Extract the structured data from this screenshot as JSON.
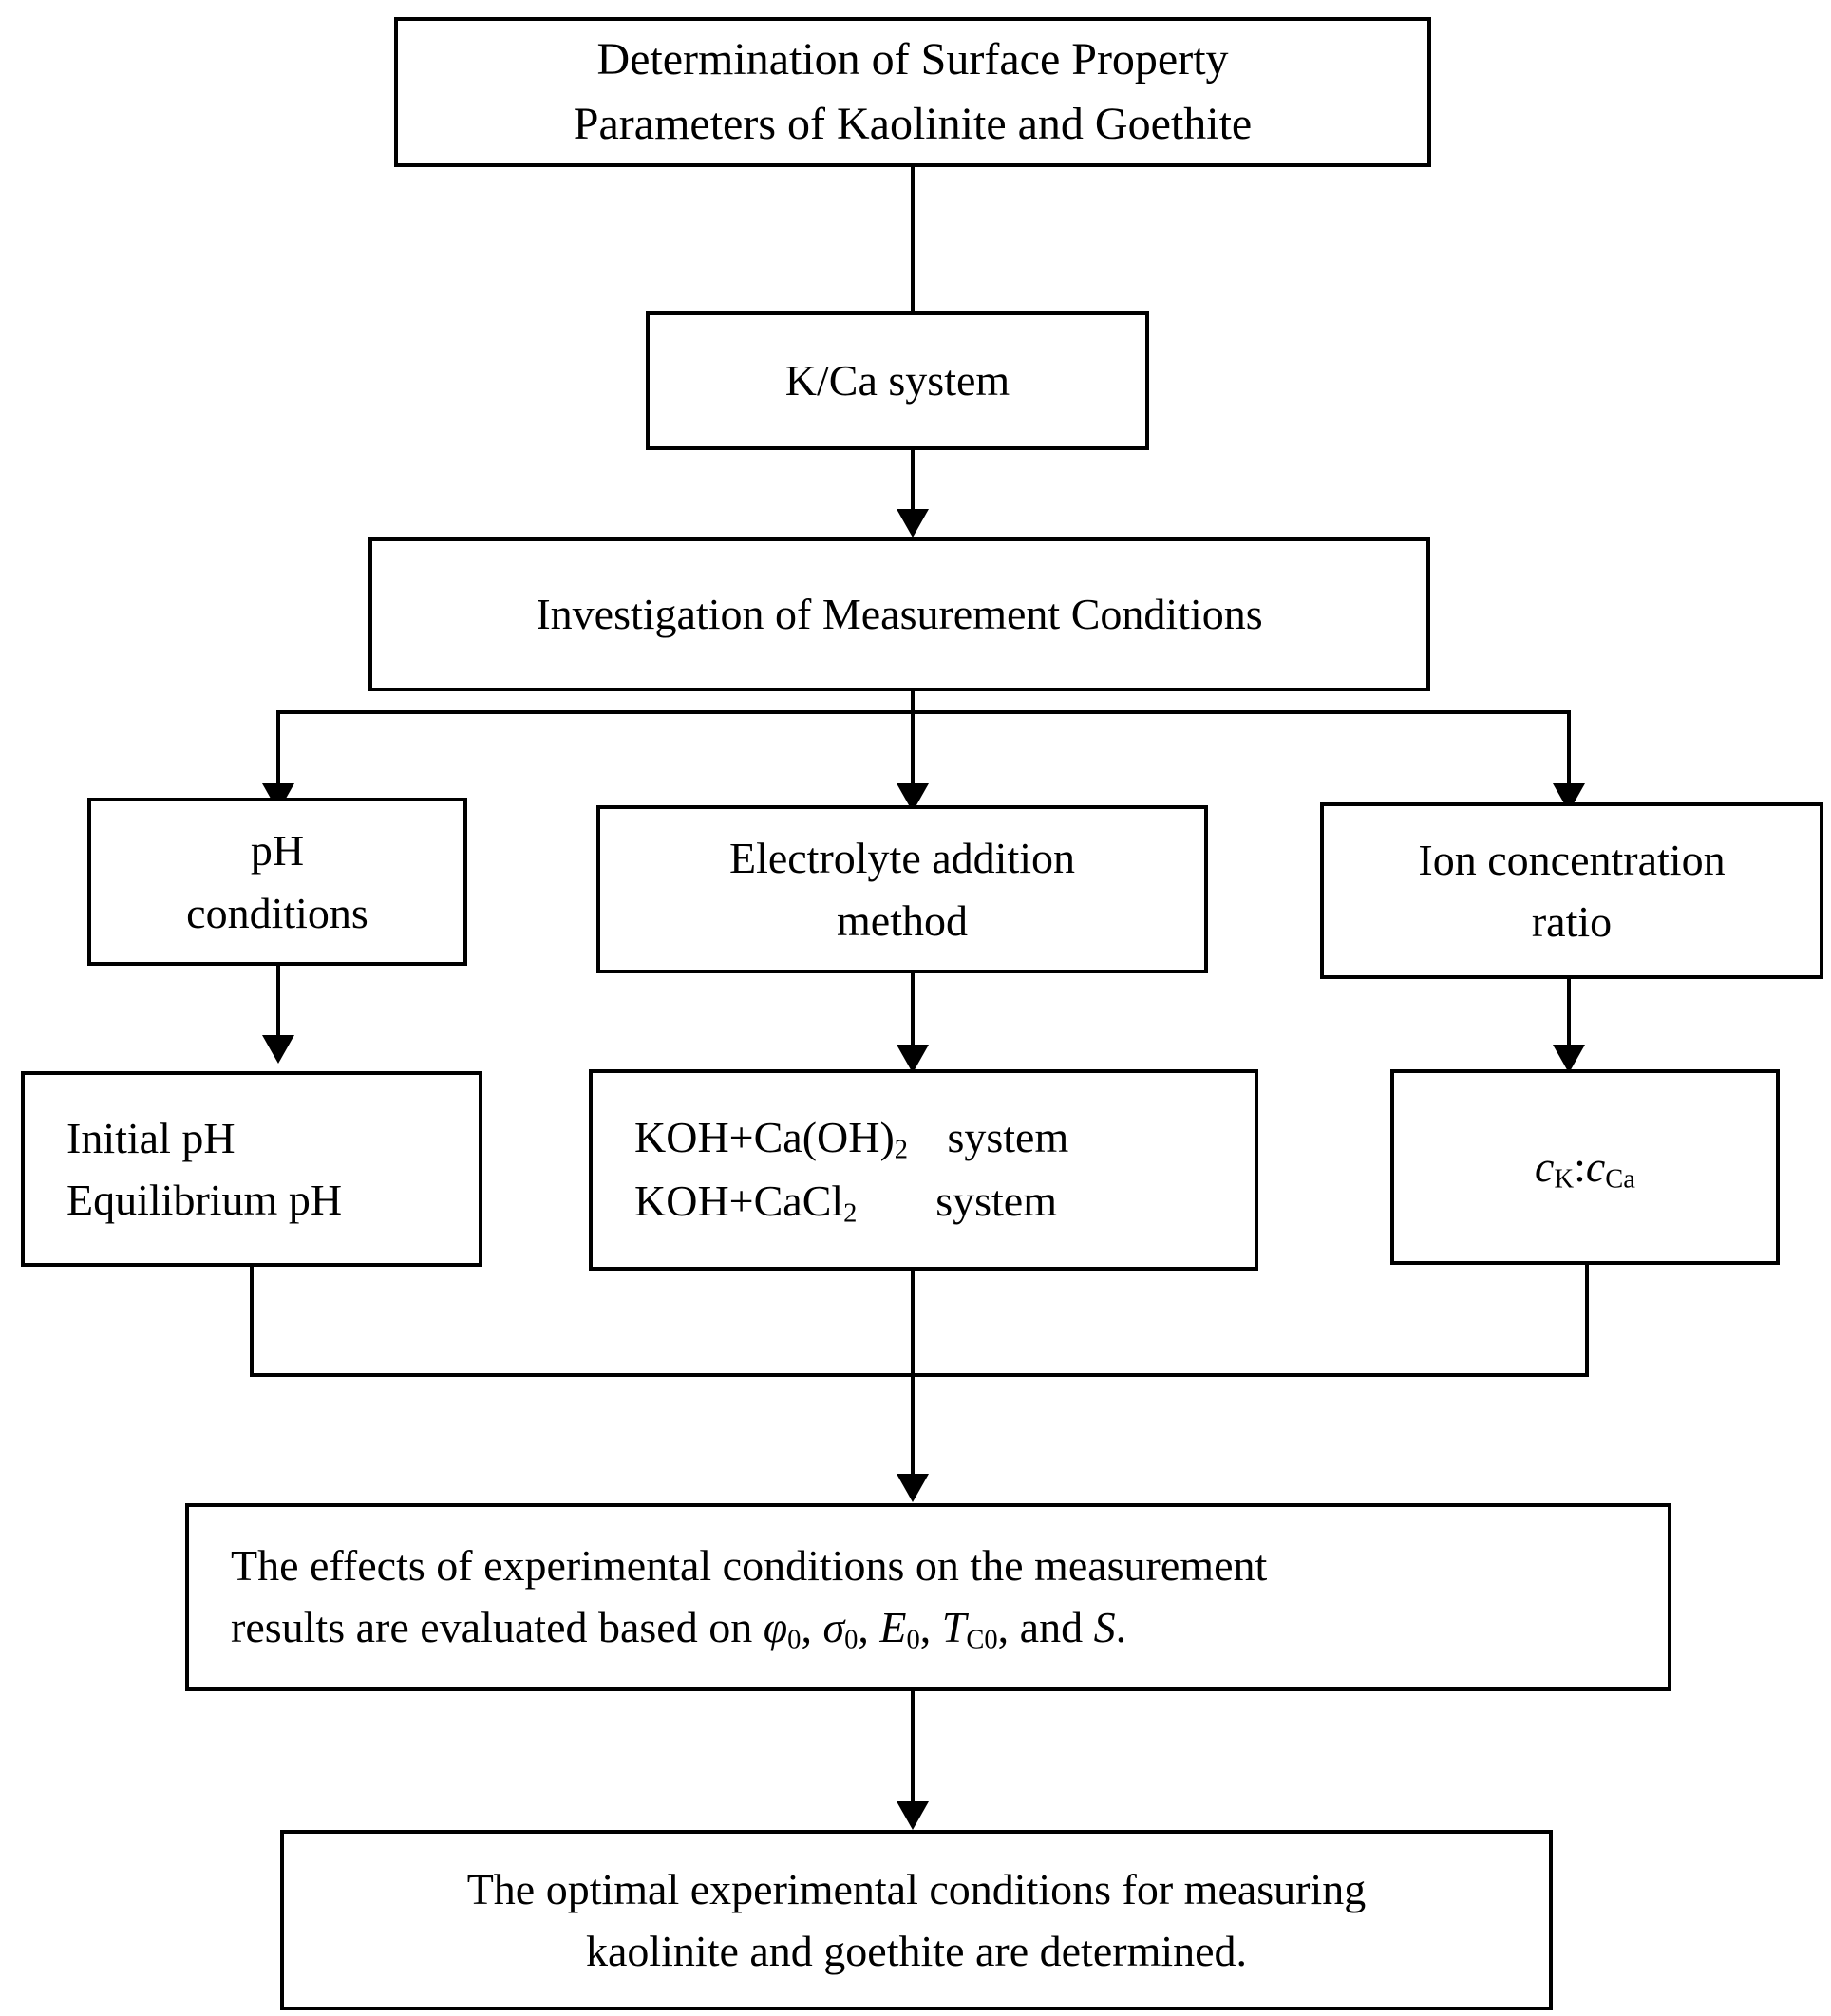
{
  "diagram": {
    "title": "Determination of Surface Property Parameters of Kaolinite and Goethite flowchart",
    "type": "flowchart",
    "background_color": "#ffffff",
    "line_color": "#000000",
    "text_color": "#000000"
  },
  "nodes": {
    "title_box": {
      "line1": "Determination of Surface Property",
      "line2": "Parameters of Kaolinite and Goethite"
    },
    "system_box": {
      "label": "K/Ca system"
    },
    "conditions_box": {
      "label": "Investigation of Measurement Conditions"
    },
    "branch_ph": {
      "line1": "pH",
      "line2": "conditions"
    },
    "branch_electrolyte": {
      "line1": "Electrolyte addition",
      "line2": "method"
    },
    "branch_ion": {
      "line1": "Ion concentration",
      "line2": "ratio"
    },
    "detail_ph": {
      "line1": "Initial pH",
      "line2": "Equilibrium pH"
    },
    "detail_electrolyte": {
      "row1_formula": "KOH+Ca(OH)",
      "row1_sub": "2",
      "row1_word": "system",
      "row2_formula": "KOH+CaCl",
      "row2_sub": "2",
      "row2_word": "system"
    },
    "detail_ion": {
      "c1": "c",
      "c1_sub": "K",
      "colon": ":",
      "c2": "c",
      "c2_sub": "Ca"
    },
    "evaluation_box": {
      "line1": "The effects of experimental conditions on the measurement",
      "line2_lead": "results are evaluated based on ",
      "sym_phi": "φ",
      "sym_phi_sub": "0",
      "sep1": ", ",
      "sym_sigma": "σ",
      "sym_sigma_sub": "0",
      "sep2": ", ",
      "sym_E": "E",
      "sym_E_sub": "0",
      "sep3": ", ",
      "sym_T": "T",
      "sym_T_sub": "C",
      "sym_T_sub2": "0",
      "sep4": ", and ",
      "sym_S": "S",
      "period": "."
    },
    "conclusion_box": {
      "line1": "The optimal experimental conditions for measuring",
      "line2": "kaolinite and goethite are determined."
    }
  },
  "edges": [
    {
      "from": "title_box",
      "to": "system_box",
      "style": "straight-down"
    },
    {
      "from": "system_box",
      "to": "conditions_box",
      "style": "straight-down-arrow"
    },
    {
      "from": "conditions_box",
      "to": "branch_ph",
      "style": "split-left-arrow"
    },
    {
      "from": "conditions_box",
      "to": "branch_electrolyte",
      "style": "straight-down-arrow"
    },
    {
      "from": "conditions_box",
      "to": "branch_ion",
      "style": "split-right-arrow"
    },
    {
      "from": "branch_ph",
      "to": "detail_ph",
      "style": "straight-down-arrow"
    },
    {
      "from": "branch_electrolyte",
      "to": "detail_electrolyte",
      "style": "straight-down-arrow"
    },
    {
      "from": "branch_ion",
      "to": "detail_ion",
      "style": "straight-down-arrow"
    },
    {
      "from": "detail_ph",
      "to": "evaluation_box",
      "style": "merge-from-left"
    },
    {
      "from": "detail_electrolyte",
      "to": "evaluation_box",
      "style": "straight-down-arrow"
    },
    {
      "from": "detail_ion",
      "to": "evaluation_box",
      "style": "merge-from-right"
    },
    {
      "from": "evaluation_box",
      "to": "conclusion_box",
      "style": "straight-down-arrow"
    }
  ]
}
